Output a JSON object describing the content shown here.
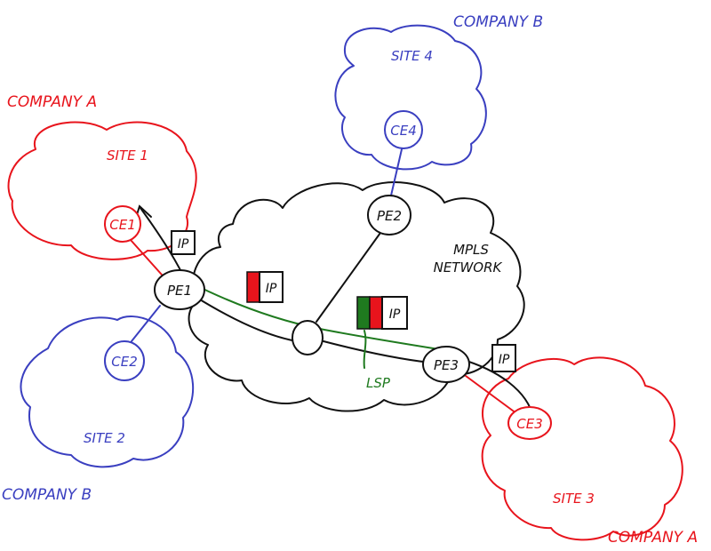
{
  "companies": {
    "company_a_top": "COMPANY A",
    "company_a_bottom": "COMPANY A",
    "company_b_top": "COMPANY B",
    "company_b_bottom": "COMPANY B"
  },
  "sites": {
    "site1": "SITE 1",
    "site2": "SITE 2",
    "site3": "SITE 3",
    "site4": "SITE 4"
  },
  "nodes": {
    "ce1": "CE1",
    "ce2": "CE2",
    "ce3": "CE3",
    "ce4": "CE4",
    "pe1": "PE1",
    "pe2": "PE2",
    "pe3": "PE3"
  },
  "network": {
    "line1": "MPLS",
    "line2": "NETWORK"
  },
  "packets": {
    "ip_label": "IP"
  },
  "lsp_label": "LSP",
  "colors": {
    "company_a": "#e8141c",
    "company_b": "#3a3fc0",
    "mpls": "#111111",
    "lsp": "#1f7a1f",
    "label_red": "#e8141c",
    "label_green": "#1f7a1f"
  }
}
